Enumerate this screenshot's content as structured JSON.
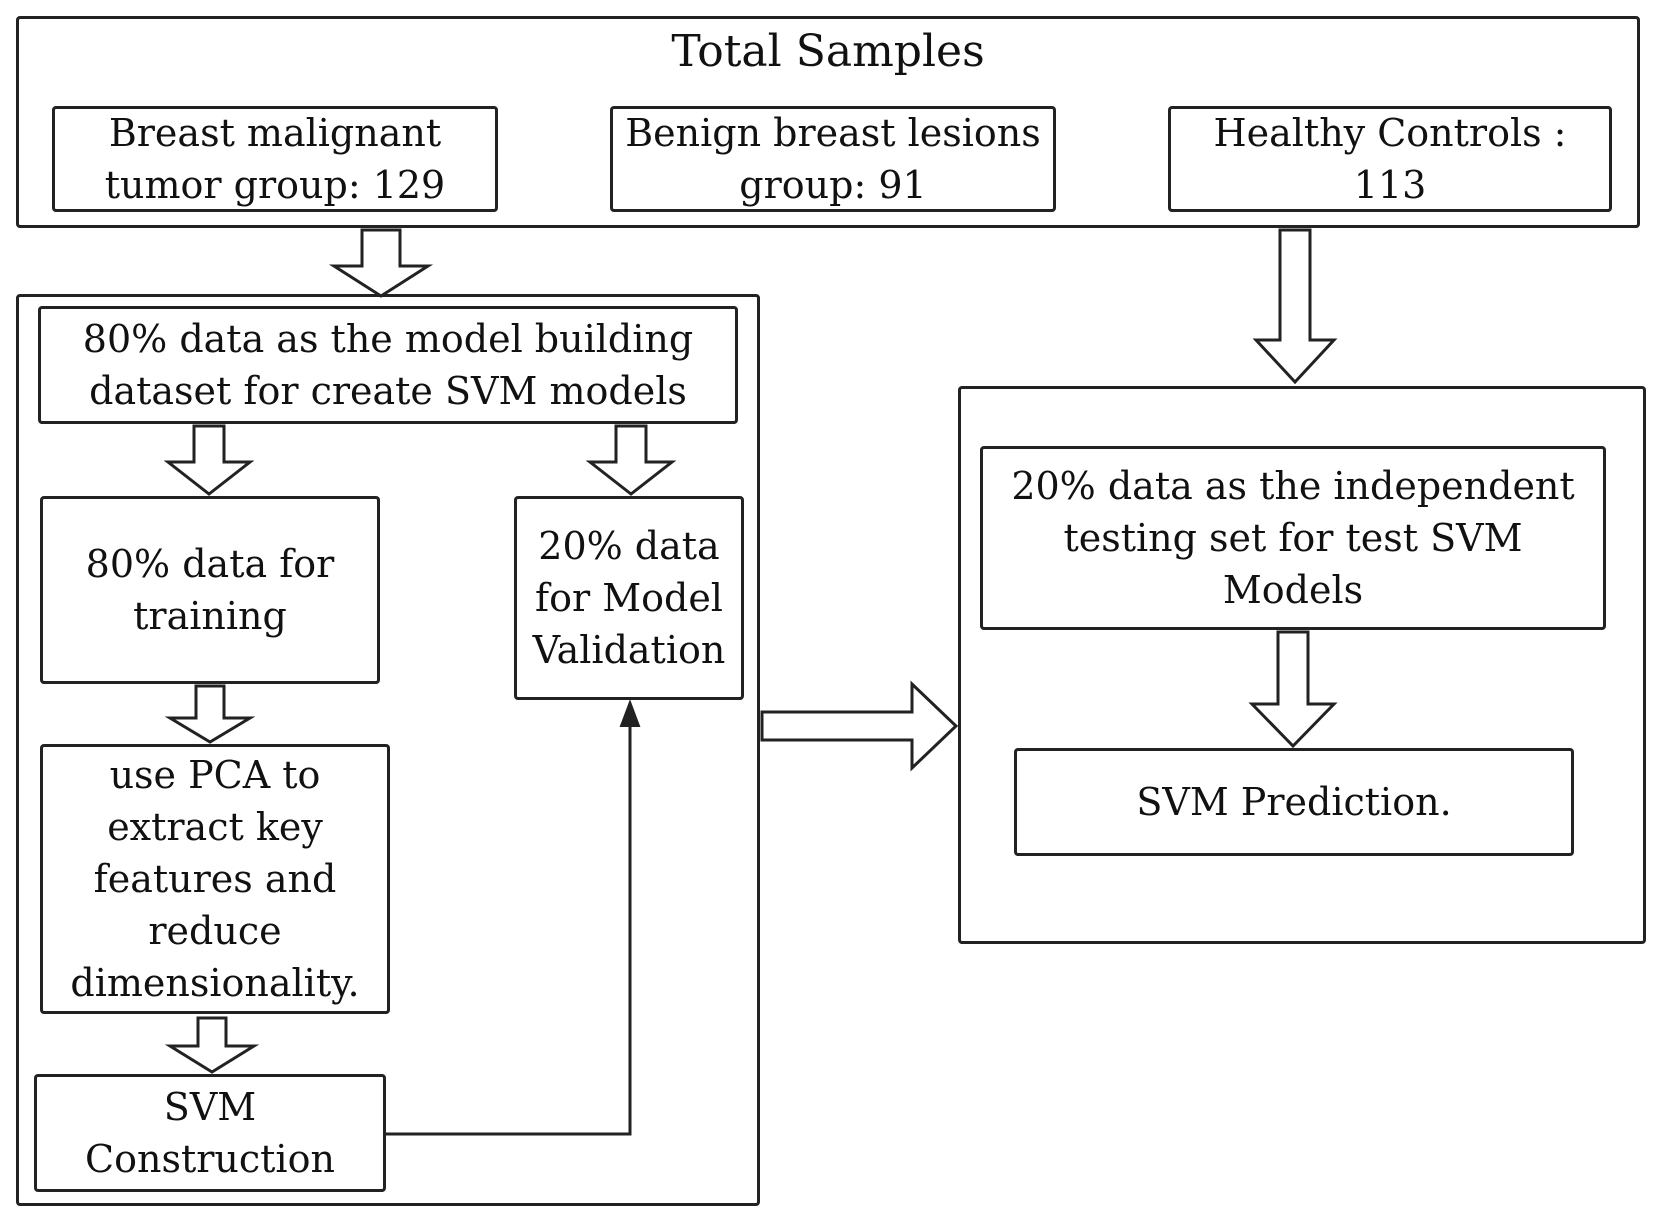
{
  "total_samples": {
    "title": "Total Samples",
    "groups": [
      {
        "label": "Breast malignant\ntumor group: 129"
      },
      {
        "label": "Benign breast lesions\ngroup: 91"
      },
      {
        "label": "Healthy Controls : 113"
      }
    ]
  },
  "model_building": {
    "dataset": "80% data as the model building\ndataset for create SVM models",
    "training": "80% data for\ntraining",
    "validation": "20% data\nfor Model\nValidation",
    "pca": "use PCA to\nextract key\nfeatures and\nreduce\ndimensionality.",
    "svm_construction": "SVM\nConstruction"
  },
  "testing": {
    "testing_set": "20% data as the independent\ntesting set for test SVM Models",
    "prediction": "SVM Prediction."
  }
}
